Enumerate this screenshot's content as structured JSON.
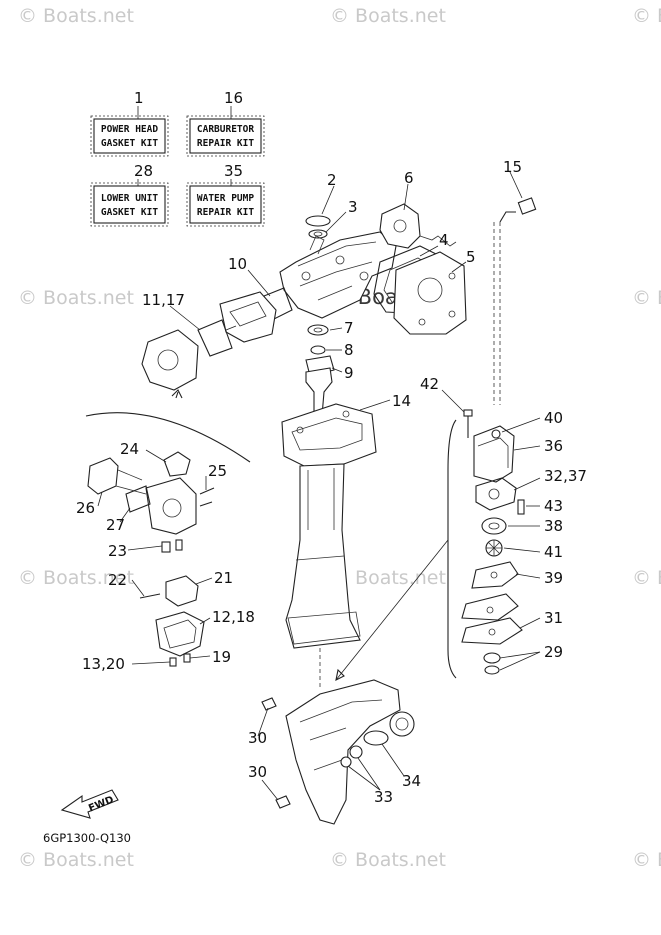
{
  "watermark": "© Boats.net",
  "kits": [
    {
      "number": "1",
      "line1": "POWER HEAD",
      "line2": "GASKET KIT"
    },
    {
      "number": "16",
      "line1": "CARBURETOR",
      "line2": "REPAIR KIT"
    },
    {
      "number": "28",
      "line1": "LOWER UNIT",
      "line2": "GASKET KIT"
    },
    {
      "number": "35",
      "line1": "WATER PUMP",
      "line2": "REPAIR KIT"
    }
  ],
  "labels": {
    "p2": "2",
    "p3": "3",
    "p4": "4",
    "p5": "5",
    "p6": "6",
    "p7": "7",
    "p8": "8",
    "p9": "9",
    "p10": "10",
    "p11_17": "11,17",
    "p12_18": "12,18",
    "p13_20": "13,20",
    "p14": "14",
    "p15": "15",
    "p19": "19",
    "p21": "21",
    "p22": "22",
    "p23": "23",
    "p24": "24",
    "p25": "25",
    "p26": "26",
    "p27": "27",
    "p29": "29",
    "p30a": "30",
    "p30b": "30",
    "p31": "31",
    "p32_37": "32,37",
    "p33": "33",
    "p34": "34",
    "p36": "36",
    "p38": "38",
    "p39": "39",
    "p40": "40",
    "p41": "41",
    "p42": "42",
    "p43": "43"
  },
  "fwd_label": "FWD",
  "diagram_code": "6GP1300-Q130"
}
